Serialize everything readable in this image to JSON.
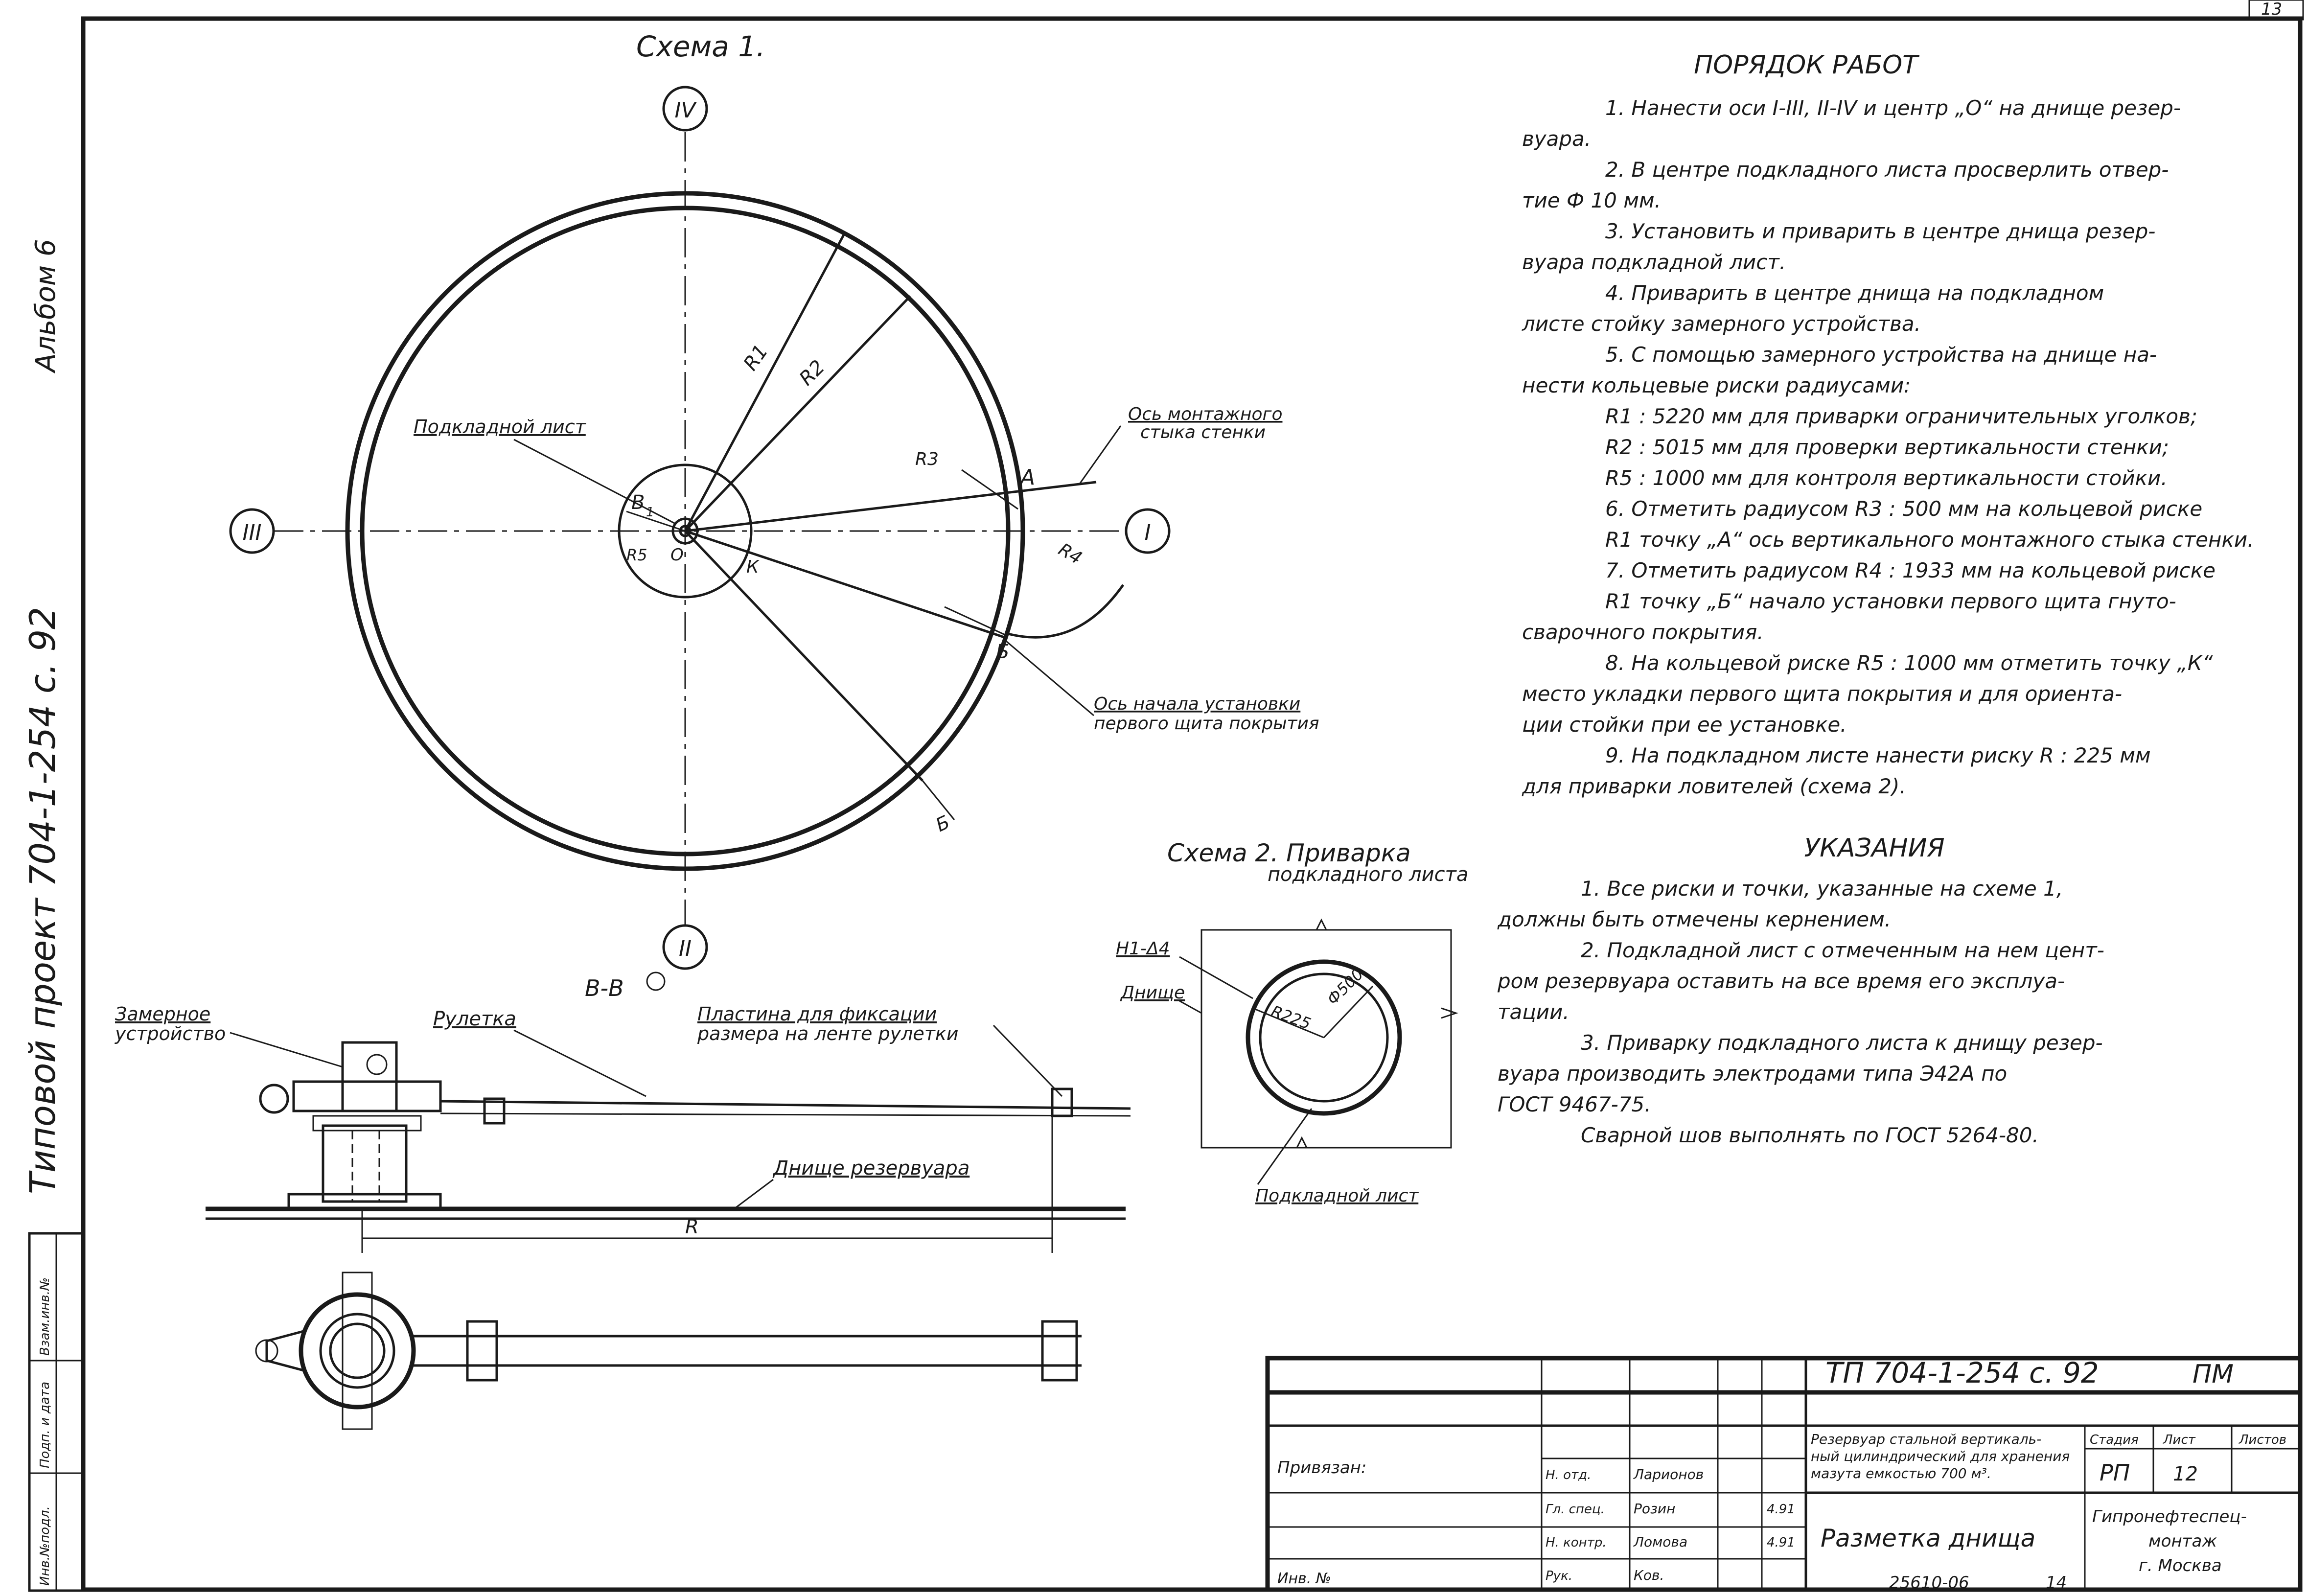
{
  "sheet_number": "13",
  "side_stamp": {
    "album": "Альбом 6",
    "project": "Типовой проект 704-1-254 с. 92",
    "cells": [
      "Инв.№подл.",
      "Подп. и дата",
      "Взам.инв.№"
    ]
  },
  "scheme1": {
    "title": "Схема 1.",
    "axes": {
      "top": "IV",
      "bottom": "II",
      "left": "III",
      "right": "I"
    },
    "labels": {
      "r1": "R1",
      "r2": "R2",
      "r3": "R3",
      "r4": "R4",
      "r5": "R5",
      "point_a": "А",
      "point_b": "Б",
      "point_k": "К",
      "center": "О",
      "b_mark": "B",
      "b_sub": "1",
      "section_mark": "Б"
    },
    "callouts": {
      "plate": "Подкладной лист",
      "mount_axis_line1": "Ось монтажного",
      "mount_axis_line2": "стыка стенки",
      "start_axis_line1": "Ось начала установки",
      "start_axis_line2": "первого щита покрытия"
    }
  },
  "scheme2": {
    "title_line1": "Схема 2. Приварка",
    "title_line2": "подкладного листа",
    "weld_mark": "Н1-Δ4",
    "bottom_label": "Днище",
    "plate_label": "Подкладной лист",
    "dim_r225": "R225",
    "dim_d500": "Ф500"
  },
  "device": {
    "section_label": "В-В",
    "measuring_device_line1": "Замерное",
    "measuring_device_line2": "устройство",
    "tape": "Рулетка",
    "plate_fix_line1": "Пластина для фиксации",
    "plate_fix_line2": "размера на ленте рулетки",
    "tank_bottom": "Днище резервуара",
    "dim_r": "R"
  },
  "work_order": {
    "title": "Порядок работ",
    "lines": [
      "1. Нанести оси I-III, II-IV и центр „О“ на днище резер-",
      "вуара.",
      "2. В центре подкладного листа просверлить отвер-",
      "тие Ф 10 мм.",
      "3. Установить и приварить в центре днища резер-",
      "вуара подкладной лист.",
      "4. Приварить в центре днища на подкладном",
      "листе стойку замерного устройства.",
      "5. С помощью замерного устройства на днище на-",
      "нести кольцевые риски радиусами:",
      "R1 : 5220 мм для приварки ограничительных уголков;",
      "R2 : 5015 мм для проверки вертикальности стенки;",
      "R5 : 1000 мм для контроля вертикальности стойки.",
      "6. Отметить радиусом R3 : 500 мм на кольцевой риске",
      "R1 точку „А“ ось вертикального монтажного стыка стенки.",
      "7. Отметить радиусом R4 : 1933 мм на кольцевой риске",
      "R1 точку „Б“ начало установки первого щита гнуто-",
      "сварочного покрытия.",
      "8. На кольцевой риске R5 : 1000 мм отметить точку „К“",
      "место укладки первого щита покрытия и для ориента-",
      "ции стойки при ее установке.",
      "9. На подкладном листе нанести риску R : 225 мм",
      "для приварки ловителей (схема 2)."
    ]
  },
  "instructions": {
    "title": "Указания",
    "lines": [
      "1. Все риски и точки, указанные на схеме 1,",
      "должны быть отмечены кернением.",
      "2. Подкладной лист с отмеченным на нем цент-",
      "ром резервуара оставить на все время его эксплуа-",
      "тации.",
      "3. Приварку подкладного листа к днищу резер-",
      "вуара производить электродами типа Э42А по",
      "ГОСТ 9467-75.",
      "Сварной шов выполнять по ГОСТ 5264-80."
    ]
  },
  "title_block": {
    "code": "ТП 704-1-254 с. 92",
    "doc_type": "ПМ",
    "approved": "Привязан:",
    "inv": "Инв. №",
    "description_line1": "Резервуар стальной вертикаль-",
    "description_line2": "ный цилиндрический для хранения",
    "description_line3": "мазута емкостью 700 м³.",
    "sheet_title": "Разметка днища",
    "stage_hdr": "Стадия",
    "sheet_hdr": "Лист",
    "sheets_hdr": "Листов",
    "stage": "РП",
    "sheet": "12",
    "org_line1": "Гипронефтеспец-",
    "org_line2": "монтаж",
    "org_line3": "г. Москва",
    "signers": [
      {
        "role": "Н. отд.",
        "name": "Ларионов",
        "date": ""
      },
      {
        "role": "Гл. спец.",
        "name": "Розин",
        "date": "4.91"
      },
      {
        "role": "Н. контр.",
        "name": "Ломова",
        "date": "4.91"
      },
      {
        "role": "Рук.",
        "name": "Ков.",
        "date": ""
      }
    ],
    "bottom_code": "25610-06",
    "bottom_sheet": "14"
  }
}
